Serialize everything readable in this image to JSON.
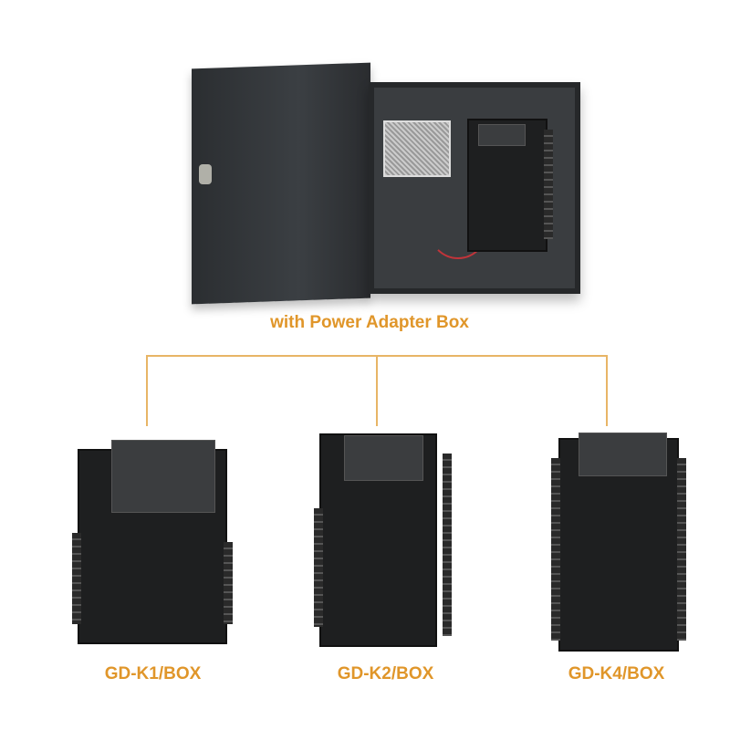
{
  "top_product": {
    "caption": "with Power Adapter Box"
  },
  "variants": [
    {
      "label": "GD-K1/BOX"
    },
    {
      "label": "GD-K2/BOX"
    },
    {
      "label": "GD-K4/BOX"
    }
  ],
  "colors": {
    "accent": "#e0962a",
    "connector": "#e8b566",
    "board": "#1e1f20",
    "cabinet": "#3a3d40"
  }
}
